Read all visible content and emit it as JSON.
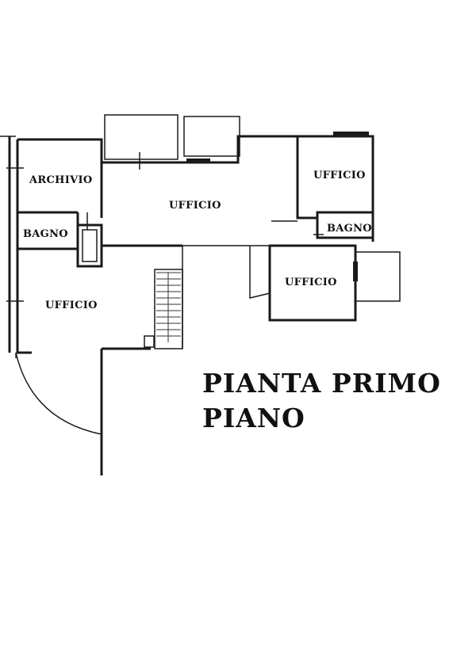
{
  "title": {
    "line1": "PIANTA PRIMO",
    "line2": "PIANO"
  },
  "rooms": {
    "archivio": "ARCHIVIO",
    "bagno_left": "BAGNO",
    "ufficio_left": "UFFICIO",
    "ufficio_center": "UFFICIO",
    "ufficio_right_top": "UFFICIO",
    "bagno_right": "BAGNO",
    "ufficio_right_bottom": "UFFICIO"
  },
  "colors": {
    "ink": "#1a1a1a",
    "background": "#ffffff"
  }
}
